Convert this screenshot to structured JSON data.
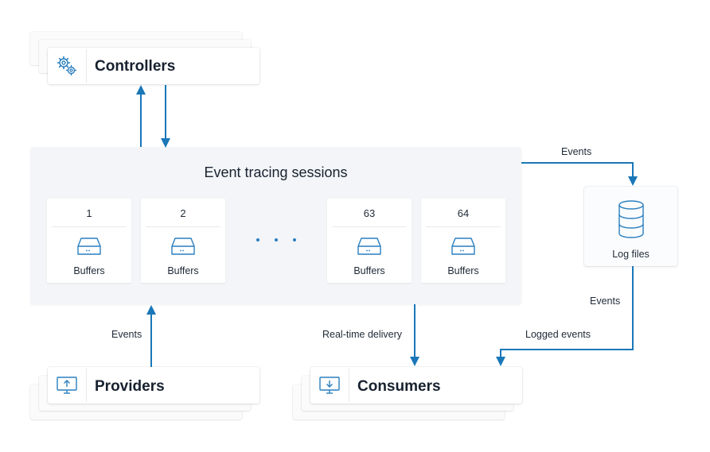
{
  "controllers": {
    "label": "Controllers",
    "icon": "gear-icon"
  },
  "session": {
    "title": "Event tracing sessions",
    "buffers": [
      {
        "number": "1",
        "label": "Buffers"
      },
      {
        "number": "2",
        "label": "Buffers"
      },
      {
        "number": "63",
        "label": "Buffers"
      },
      {
        "number": "64",
        "label": "Buffers"
      }
    ],
    "buffer_icon": "drive-icon"
  },
  "log_files": {
    "label": "Log files",
    "icon": "database-icon"
  },
  "providers": {
    "label": "Providers",
    "icon": "monitor-upload-icon"
  },
  "consumers": {
    "label": "Consumers",
    "icon": "monitor-download-icon"
  },
  "edges": {
    "events_to_log": "Events",
    "log_events": "Events",
    "logged_events": "Logged events",
    "realtime": "Real-time delivery",
    "provider_events": "Events"
  },
  "colors": {
    "arrow": "#1a77b8",
    "icon": "#2a7fbf"
  }
}
